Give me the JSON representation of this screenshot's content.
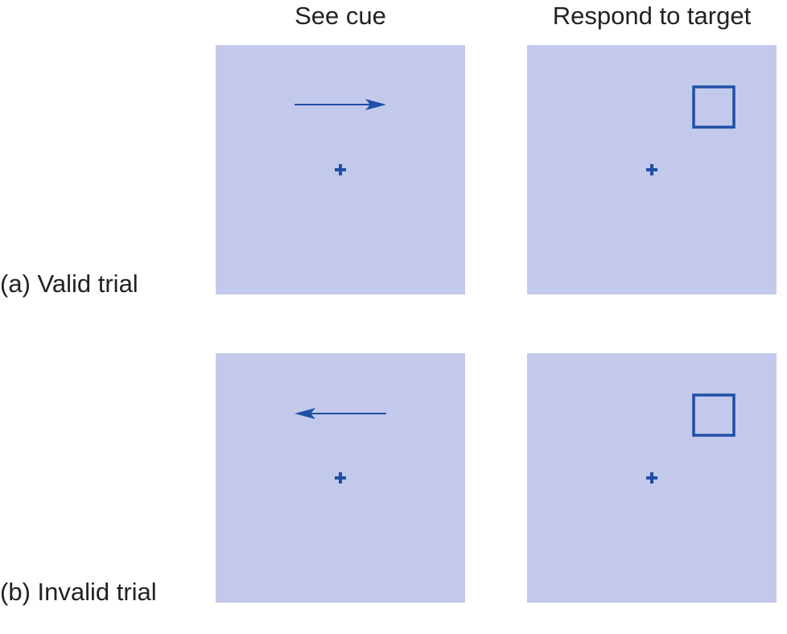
{
  "columns": {
    "cue_header": "See cue",
    "target_header": "Respond to target"
  },
  "rows": [
    {
      "label": "(a) Valid trial",
      "cue_direction": "right",
      "target_location": "upper-right"
    },
    {
      "label": "(b) Invalid trial",
      "cue_direction": "left",
      "target_location": "upper-right"
    }
  ],
  "colors": {
    "panel_fill": "#c3c9eb",
    "mark_color": "#1f4fa6",
    "text_color": "#222222"
  },
  "icons": {
    "fixation": "plus-sign",
    "target": "square-outline",
    "cue": "arrow"
  }
}
